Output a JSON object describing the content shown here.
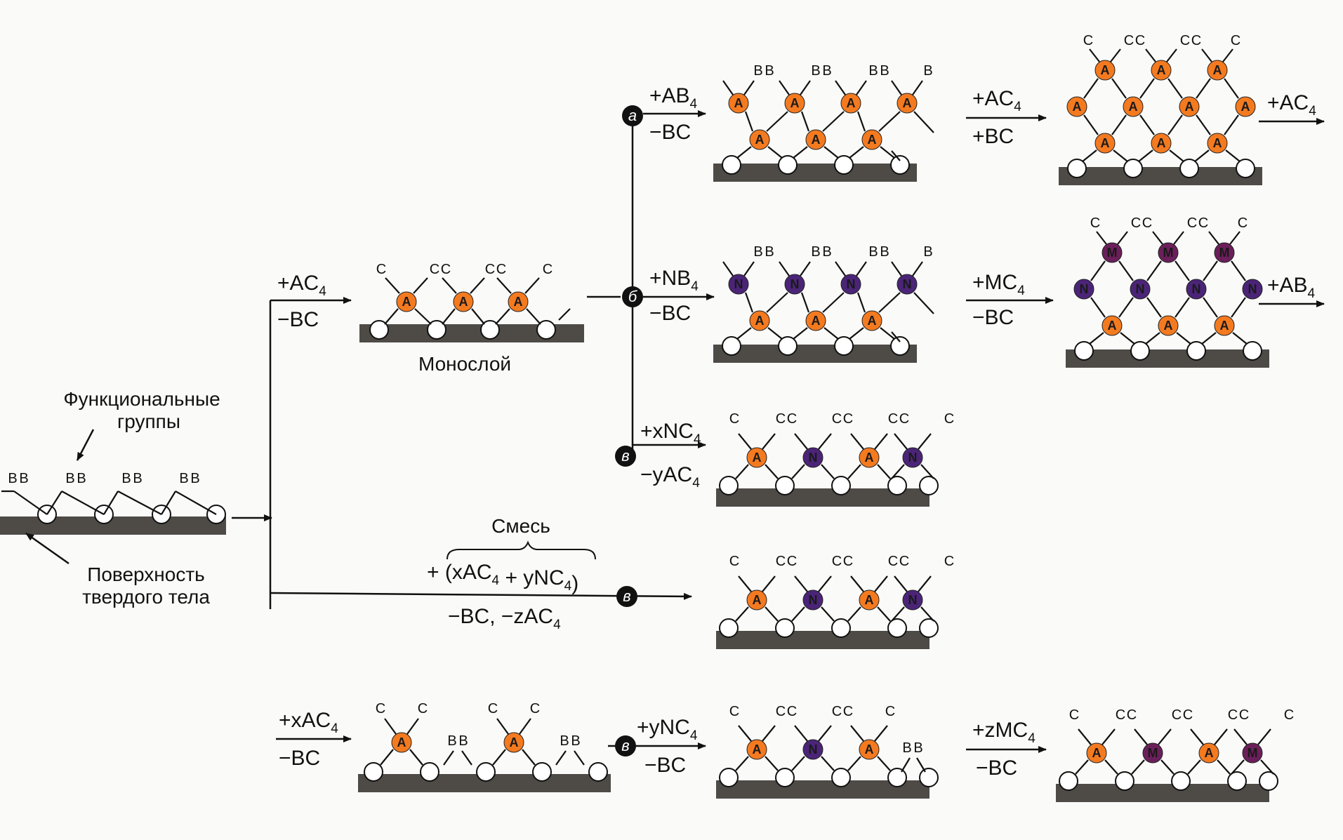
{
  "colors": {
    "A": "#f47a20",
    "N": "#4b2478",
    "M": "#6b1f5a",
    "substrate": "#4e4b47",
    "line": "#111111"
  },
  "labels": {
    "functional_groups_line1": "Функциональные",
    "functional_groups_line2": "группы",
    "surface_line1": "Поверхность",
    "surface_line2": "твердого тела",
    "monolayer": "Монослой",
    "mixture": "Смесь"
  },
  "markers": {
    "a": "a",
    "b": "б",
    "v": "в"
  },
  "atom_letters": {
    "A": "A",
    "N": "N",
    "M": "M",
    "B": "B",
    "C": "C"
  },
  "arrows": [
    {
      "id": "first-step",
      "above": [
        "+AC",
        "4",
        ""
      ],
      "below": [
        "−BC",
        "",
        ""
      ]
    },
    {
      "id": "branch-a",
      "above": [
        "+AB",
        "4",
        ""
      ],
      "below": [
        "−BC",
        "",
        ""
      ]
    },
    {
      "id": "a-step2",
      "above": [
        "+AC",
        "4",
        ""
      ],
      "below": [
        "+BC",
        "",
        ""
      ]
    },
    {
      "id": "a-step3",
      "above": [
        "+AC",
        "4",
        ""
      ],
      "below": [
        "",
        "",
        ""
      ]
    },
    {
      "id": "branch-b",
      "above": [
        "+NB",
        "4",
        ""
      ],
      "below": [
        "−BC",
        "",
        ""
      ]
    },
    {
      "id": "b-step2",
      "above": [
        "+MC",
        "4",
        ""
      ],
      "below": [
        "−BC",
        "",
        ""
      ]
    },
    {
      "id": "b-step3",
      "above": [
        "+AB",
        "4",
        ""
      ],
      "below": [
        "",
        "",
        ""
      ]
    },
    {
      "id": "branch-v",
      "above": [
        "+xNC",
        "4",
        ""
      ],
      "below": [
        "−yAC",
        "4",
        ""
      ]
    },
    {
      "id": "mixture-step",
      "above": [
        "+ (xAC",
        "4",
        " + yNC"
      ],
      "above_tail": [
        "4",
        ")"
      ],
      "below": [
        "−BC, −zAC",
        "4",
        ""
      ]
    },
    {
      "id": "bottom-1",
      "above": [
        "+xAC",
        "4",
        ""
      ],
      "below": [
        "−BC",
        "",
        ""
      ]
    },
    {
      "id": "bottom-2",
      "above": [
        "+yNC",
        "4",
        ""
      ],
      "below": [
        "−BC",
        "",
        ""
      ]
    },
    {
      "id": "bottom-3",
      "above": [
        "+zMC",
        "4",
        ""
      ],
      "below": [
        "−BC",
        "",
        ""
      ]
    }
  ]
}
